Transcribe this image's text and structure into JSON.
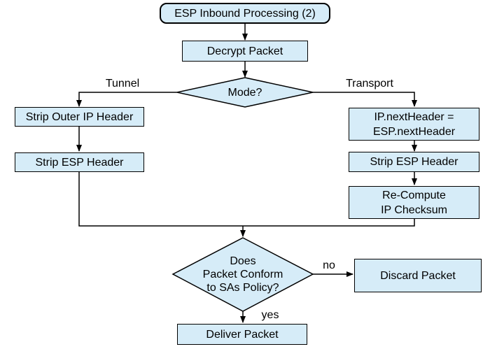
{
  "diagram": {
    "nodes": {
      "start": "ESP Inbound Processing (2)",
      "decrypt": "Decrypt Packet",
      "mode": "Mode?",
      "strip_outer": "Strip Outer IP Header",
      "strip_esp_left": "Strip ESP Header",
      "ip_next": "IP.nextHeader =\nESP.nextHeader",
      "strip_esp_right": "Strip ESP Header",
      "recompute": "Re-Compute\nIP Checksum",
      "conform": "Does\nPacket Conform\nto SAs Policy?",
      "discard": "Discard Packet",
      "deliver": "Deliver Packet"
    },
    "edge_labels": {
      "tunnel": "Tunnel",
      "transport": "Transport",
      "no": "no",
      "yes": "yes"
    },
    "colors": {
      "node_fill": "#d6ecf8",
      "node_border": "#000000",
      "line": "#000000",
      "text": "#000000",
      "background": "#ffffff"
    }
  }
}
